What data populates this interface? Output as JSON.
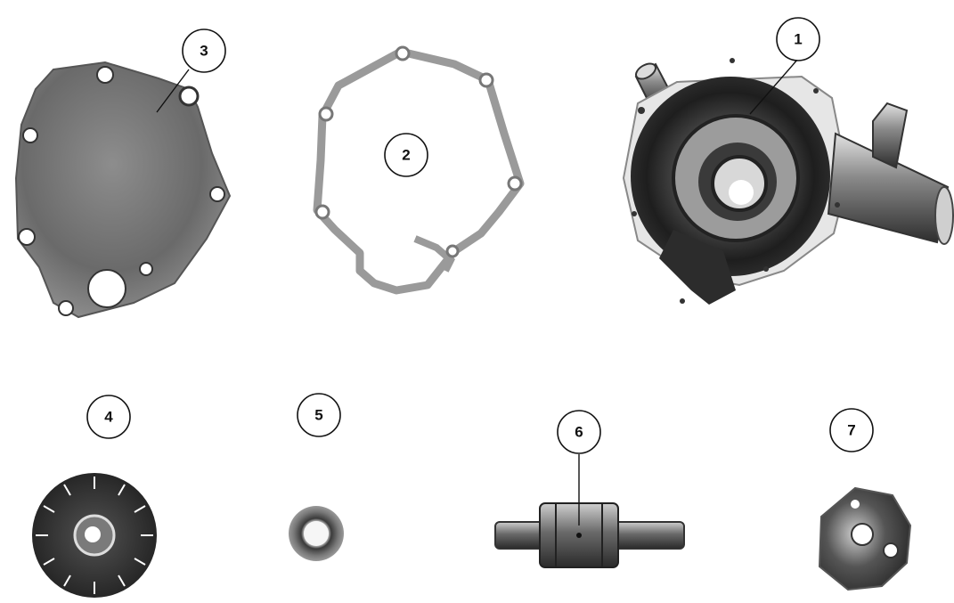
{
  "callouts": [
    {
      "id": "1",
      "label": "1"
    },
    {
      "id": "2",
      "label": "2"
    },
    {
      "id": "3",
      "label": "3"
    },
    {
      "id": "4",
      "label": "4"
    },
    {
      "id": "5",
      "label": "5"
    },
    {
      "id": "6",
      "label": "6"
    },
    {
      "id": "7",
      "label": "7"
    }
  ],
  "colors": {
    "ink": "#111111",
    "metal_dark": "#2a2a2a",
    "metal_mid": "#6e6e6e",
    "metal_light": "#a8a8a8",
    "background": "#ffffff"
  }
}
